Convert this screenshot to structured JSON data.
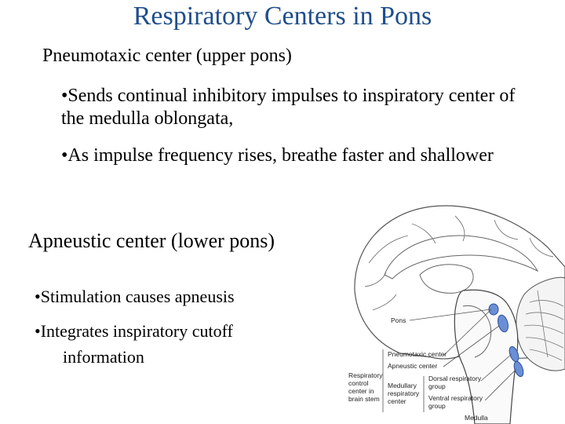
{
  "title": "Respiratory Centers in Pons",
  "pneumotaxic": {
    "heading": "Pneumotaxic center (upper pons)",
    "bullets": [
      "•Sends continual inhibitory impulses to inspiratory center of the medulla oblongata,",
      "•As impulse frequency rises, breathe faster and shallower"
    ]
  },
  "apneustic": {
    "heading": "Apneustic center (lower pons)",
    "bullet1": "•Stimulation causes apneusis",
    "bullet2_line1": "•Integrates inspiratory cutoff",
    "bullet2_line2": "information"
  },
  "figure": {
    "pons": "Pons",
    "pneumotaxic_center": "Pneumotaxic center",
    "apneustic_center": "Apneustic center",
    "respiratory_control": [
      "Respiratory",
      "control",
      "center in",
      "brain stem"
    ],
    "medullary": [
      "Medullary",
      "respiratory",
      "center"
    ],
    "dorsal": [
      "Dorsal respiratory",
      "group"
    ],
    "ventral": [
      "Ventral respiratory",
      "group"
    ],
    "medulla": "Medulla"
  },
  "colors": {
    "title": "#1f4e8c",
    "center_fill": "#6b8fd6"
  }
}
